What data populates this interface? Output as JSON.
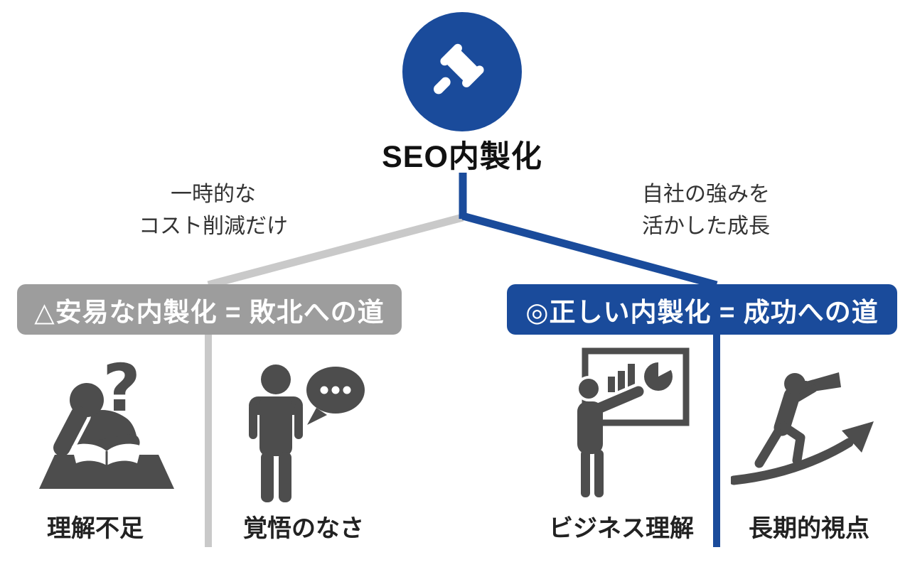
{
  "title": "SEO内製化",
  "center_icon": "gavel-icon",
  "colors": {
    "blue": "#1a4b9b",
    "gray_banner": "#9d9d9d",
    "light_gray_line": "#c9c9c9",
    "icon_dark_gray": "#4d4d4d",
    "text_black": "#222222"
  },
  "left_branch": {
    "note_line1": "一時的な",
    "note_line2": "コスト削減だけ",
    "banner": "△安易な内製化 = 敗北への道",
    "items": [
      {
        "icon": "studying-person-question-icon",
        "label": "理解不足"
      },
      {
        "icon": "person-speech-bubble-icon",
        "label": "覚悟のなさ"
      }
    ]
  },
  "right_branch": {
    "note_line1": "自社の強みを",
    "note_line2": "活かした成長",
    "banner": "◎正しい内製化 = 成功への道",
    "items": [
      {
        "icon": "presenter-whiteboard-chart-icon",
        "label": "ビジネス理解"
      },
      {
        "icon": "telescope-climber-arrow-icon",
        "label": "長期的視点"
      }
    ]
  }
}
